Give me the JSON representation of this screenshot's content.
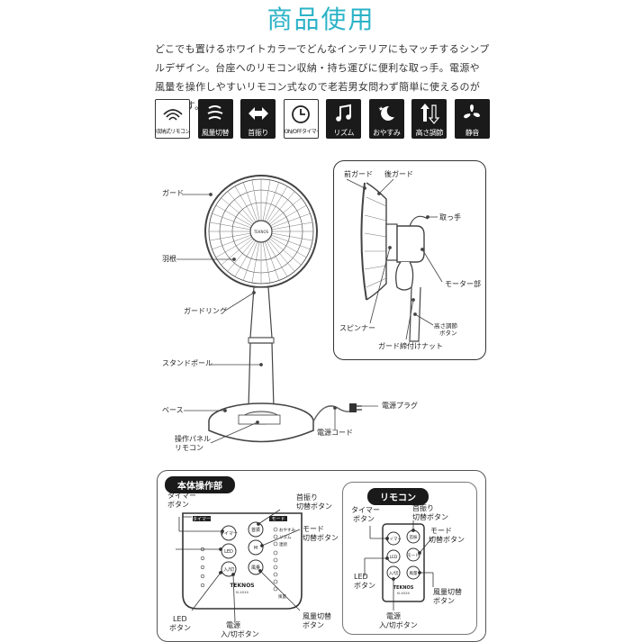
{
  "page_title": "商品使用",
  "description": "どこでも置けるホワイトカラーでどんなインテリアにもマッチするシンプルデザイン。台座へのリモコン収納・持ち運びに便利な取っ手。電源や風量を操作しやすいリモコン式なので老若男女問わず簡単に使えるのが特徴です。",
  "features": [
    {
      "label": "収納式リモコン",
      "icon": "remote-storage-icon"
    },
    {
      "label": "風量切替",
      "icon": "wind-icon"
    },
    {
      "label": "首振り",
      "icon": "swing-arrows-icon"
    },
    {
      "label": "ON/OFFタイマー",
      "icon": "timer-clock-icon"
    },
    {
      "label": "リズム",
      "icon": "music-note-icon"
    },
    {
      "label": "おやすみ",
      "icon": "moon-stars-icon"
    },
    {
      "label": "高さ調節",
      "icon": "height-adjust-icon"
    },
    {
      "label": "静音",
      "icon": "fan-blade-icon"
    }
  ],
  "fan_parts": {
    "guard": "ガード",
    "blade": "羽根",
    "guard_ring": "ガードリング",
    "stand_pole": "スタンドポール",
    "base": "ベース",
    "panel_remote_line1": "操作パネル",
    "panel_remote_line2": "リモコン",
    "power_plug": "電源プラグ",
    "power_cord": "電源コード",
    "brand": "TEKNOS"
  },
  "side_parts": {
    "front_guard": "前ガード",
    "rear_guard": "後ガード",
    "handle": "取っ手",
    "motor": "モーター部",
    "spinner": "スピンナー",
    "height_button_line1": "高さ調節",
    "height_button_line2": "ボタン",
    "guard_nut": "ガード締付けナット"
  },
  "main_panel": {
    "title": "本体操作部",
    "timer_line1": "タイマー",
    "timer_line2": "ボタン",
    "swing_line1": "首振り",
    "swing_line2": "切替ボタン",
    "mode_line1": "モード",
    "mode_line2": "切替ボタン",
    "fan_speed_line1": "風量切替",
    "fan_speed_line2": "ボタン",
    "led_line1": "LED",
    "led_line2": "ボタン",
    "power_line1": "電源",
    "power_line2": "入/切ボタン",
    "timer_tag": "タイマー",
    "mode_tag": "モード",
    "mode_items": [
      "おやすみ",
      "リズム",
      "連続"
    ],
    "wind_tag": "風量",
    "brand": "TEKNOS",
    "model": "KI-XXXX"
  },
  "remote": {
    "title": "リモコン",
    "timer_line1": "タイマー",
    "timer_line2": "ボタン",
    "swing_line1": "首振り",
    "swing_line2": "切替ボタン",
    "mode_line1": "モード",
    "mode_line2": "切替ボタン",
    "fan_speed_line1": "風量切替",
    "fan_speed_line2": "ボタン",
    "led_line1": "LED",
    "led_line2": "ボタン",
    "power_line1": "電源",
    "power_line2": "入/切ボタン",
    "brand": "TEKNOS",
    "model": "KI-XXXX"
  },
  "colors": {
    "title": "#2bb3c7",
    "tile": "#1a1a1a"
  }
}
